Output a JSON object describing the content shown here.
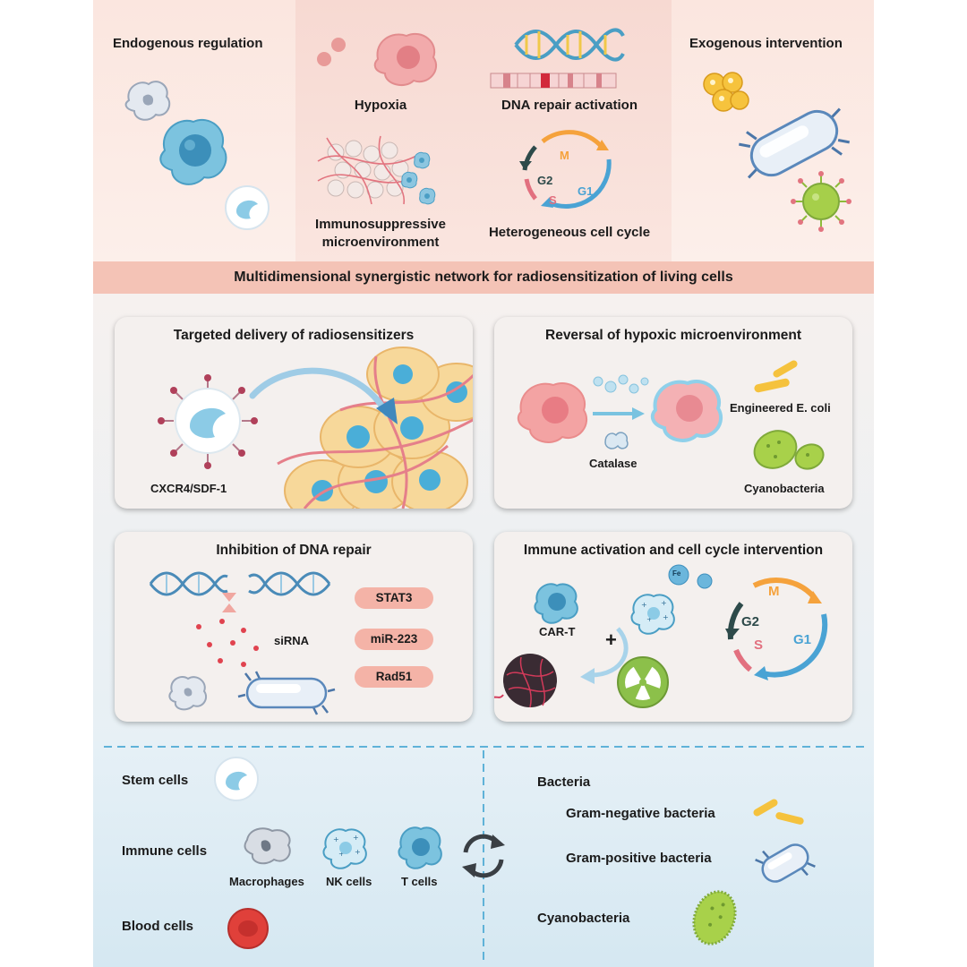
{
  "top": {
    "endogenous": "Endogenous regulation",
    "exogenous": "Exogenous intervention",
    "hypoxia": "Hypoxia",
    "dna_repair": "DNA repair activation",
    "immuno_line1": "Immunosuppressive",
    "immuno_line2": "microenvironment",
    "cell_cycle": "Heterogeneous cell cycle",
    "cycle_m": "M",
    "cycle_g2": "G2",
    "cycle_s": "S",
    "cycle_g1": "G1"
  },
  "banner": {
    "title": "Multidimensional synergistic network for radiosensitization of living cells"
  },
  "panels": {
    "targeted": {
      "title": "Targeted delivery of radiosensitizers",
      "label": "CXCR4/SDF-1"
    },
    "hypoxic": {
      "title": "Reversal of hypoxic microenvironment",
      "catalase": "Catalase",
      "ecoli": "Engineered E. coli",
      "cyano": "Cyanobacteria"
    },
    "dna": {
      "title": "Inhibition of DNA repair",
      "sirna": "siRNA",
      "pills": [
        "STAT3",
        "miR-223",
        "Rad51"
      ]
    },
    "immune": {
      "title": "Immune activation and cell cycle intervention",
      "cart": "CAR-T",
      "plus": "+",
      "fe": "Fe",
      "cycle_m": "M",
      "cycle_g2": "G2",
      "cycle_s": "S",
      "cycle_g1": "G1"
    }
  },
  "legend": {
    "stem": "Stem cells",
    "immune": "Immune cells",
    "macrophages": "Macrophages",
    "nk": "NK cells",
    "t": "T cells",
    "blood": "Blood cells",
    "bacteria": "Bacteria",
    "gram_neg": "Gram-negative bacteria",
    "gram_pos": "Gram-positive bacteria",
    "cyano": "Cyanobacteria"
  },
  "colors": {
    "top_bg": "#fbe9e3",
    "banner": "#f4c3b6",
    "mid_bg": "#eef3f6",
    "bottom_bg": "#dcebf3",
    "dashed": "#5fb2d8",
    "pill": "#f4b3a7"
  }
}
